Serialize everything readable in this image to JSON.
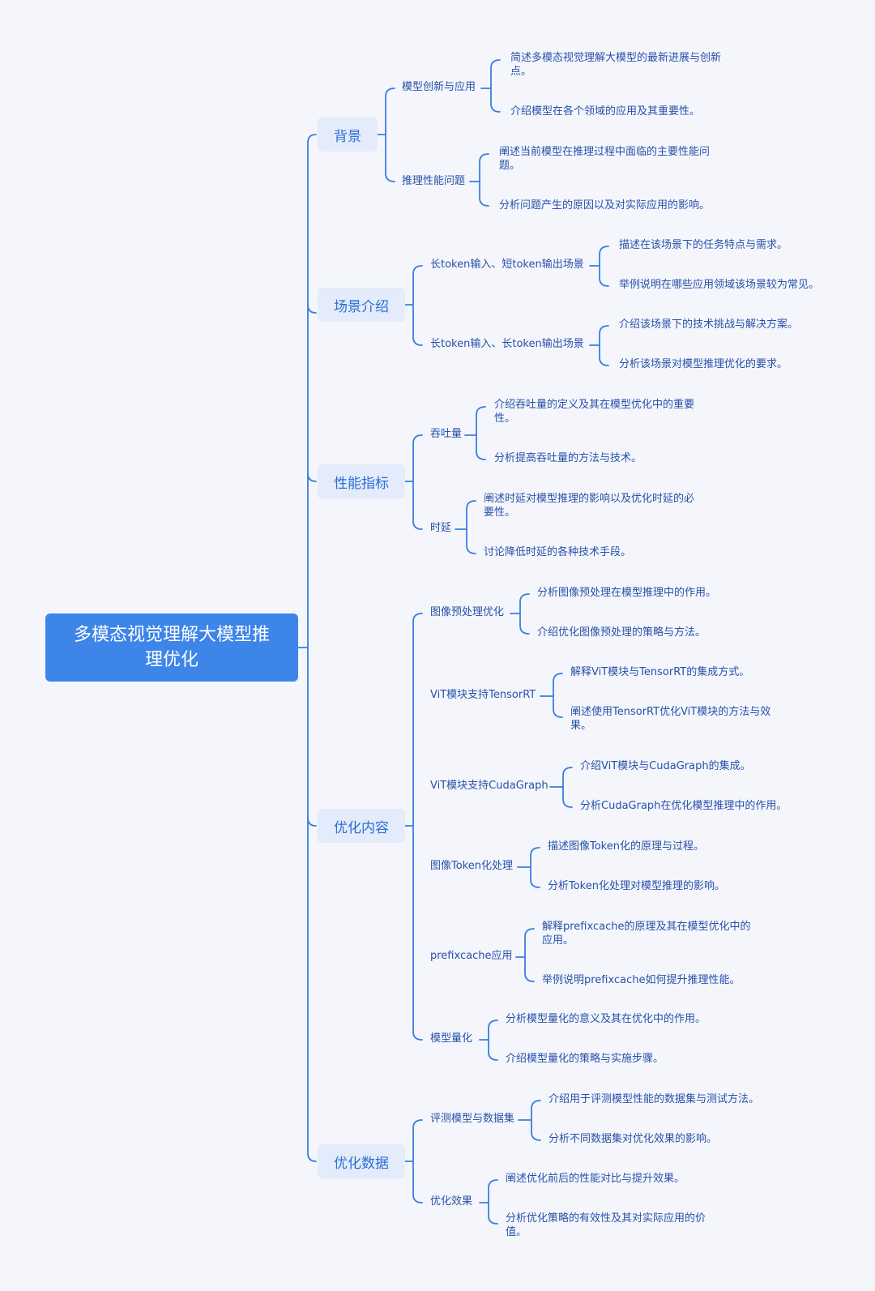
{
  "root": {
    "title": "多模态视觉理解大模型推理优化"
  },
  "sections": [
    {
      "label": "背景",
      "topics": [
        {
          "label": "模型创新与应用",
          "points": [
            "简述多模态视觉理解大模型的最新进展与创新点。",
            "介绍模型在各个领域的应用及其重要性。"
          ]
        },
        {
          "label": "推理性能问题",
          "points": [
            "阐述当前模型在推理过程中面临的主要性能问题。",
            "分析问题产生的原因以及对实际应用的影响。"
          ]
        }
      ]
    },
    {
      "label": "场景介绍",
      "topics": [
        {
          "label": "长token输入、短token输出场景",
          "points": [
            "描述在该场景下的任务特点与需求。",
            "举例说明在哪些应用领域该场景较为常见。"
          ]
        },
        {
          "label": "长token输入、长token输出场景",
          "points": [
            "介绍该场景下的技术挑战与解决方案。",
            "分析该场景对模型推理优化的要求。"
          ]
        }
      ]
    },
    {
      "label": "性能指标",
      "topics": [
        {
          "label": "吞吐量",
          "points": [
            "介绍吞吐量的定义及其在模型优化中的重要性。",
            "分析提高吞吐量的方法与技术。"
          ]
        },
        {
          "label": "时延",
          "points": [
            "阐述时延对模型推理的影响以及优化时延的必要性。",
            "讨论降低时延的各种技术手段。"
          ]
        }
      ]
    },
    {
      "label": "优化内容",
      "topics": [
        {
          "label": "图像预处理优化",
          "points": [
            "分析图像预处理在模型推理中的作用。",
            "介绍优化图像预处理的策略与方法。"
          ]
        },
        {
          "label": "ViT模块支持TensorRT",
          "points": [
            "解释ViT模块与TensorRT的集成方式。",
            "阐述使用TensorRT优化ViT模块的方法与效果。"
          ]
        },
        {
          "label": "ViT模块支持CudaGraph",
          "points": [
            "介绍ViT模块与CudaGraph的集成。",
            "分析CudaGraph在优化模型推理中的作用。"
          ]
        },
        {
          "label": "图像Token化处理",
          "points": [
            "描述图像Token化的原理与过程。",
            "分析Token化处理对模型推理的影响。"
          ]
        },
        {
          "label": "prefixcache应用",
          "points": [
            "解释prefixcache的原理及其在模型优化中的应用。",
            "举例说明prefixcache如何提升推理性能。"
          ]
        },
        {
          "label": "模型量化",
          "points": [
            "分析模型量化的意义及其在优化中的作用。",
            "介绍模型量化的策略与实施步骤。"
          ]
        }
      ]
    },
    {
      "label": "优化数据",
      "topics": [
        {
          "label": "评测模型与数据集",
          "points": [
            "介绍用于评测模型性能的数据集与测试方法。",
            "分析不同数据集对优化效果的影响。"
          ]
        },
        {
          "label": "优化效果",
          "points": [
            "阐述优化前后的性能对比与提升效果。",
            "分析优化策略的有效性及其对实际应用的价值。"
          ]
        }
      ]
    }
  ],
  "colors": {
    "line": "#3a7ee0",
    "root": "#3d85e8",
    "section_bg": "#e4ecfb",
    "text": "#2850a8"
  }
}
